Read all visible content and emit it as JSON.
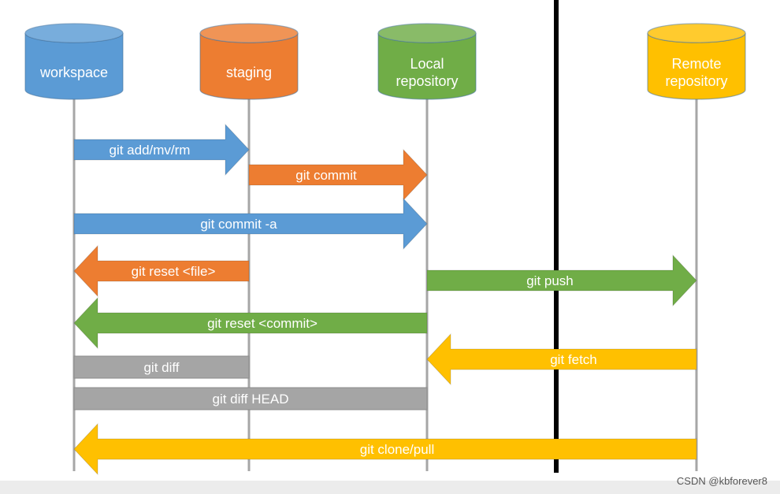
{
  "lanes": [
    {
      "id": "workspace",
      "lines": [
        "workspace"
      ],
      "color": "#5B9BD5"
    },
    {
      "id": "staging",
      "lines": [
        "staging"
      ],
      "color": "#ED7D31"
    },
    {
      "id": "local",
      "lines": [
        "Local",
        "repository"
      ],
      "color": "#70AD47"
    },
    {
      "id": "remote",
      "lines": [
        "Remote",
        "repository"
      ],
      "color": "#FFC000"
    }
  ],
  "commands": [
    {
      "id": "git-add",
      "label": "git add/mv/rm",
      "from": "workspace",
      "to": "staging",
      "kind": "arrow",
      "color": "#5B9BD5"
    },
    {
      "id": "git-commit",
      "label": "git commit",
      "from": "staging",
      "to": "local",
      "kind": "arrow",
      "color": "#ED7D31"
    },
    {
      "id": "git-commit-a",
      "label": "git commit -a",
      "from": "workspace",
      "to": "local",
      "kind": "arrow",
      "color": "#5B9BD5"
    },
    {
      "id": "git-reset-file",
      "label": "git reset <file>",
      "from": "staging",
      "to": "workspace",
      "kind": "arrow",
      "color": "#ED7D31"
    },
    {
      "id": "git-push",
      "label": "git push",
      "from": "local",
      "to": "remote",
      "kind": "arrow",
      "color": "#70AD47"
    },
    {
      "id": "git-reset-commit",
      "label": "git reset <commit>",
      "from": "local",
      "to": "workspace",
      "kind": "arrow",
      "color": "#70AD47"
    },
    {
      "id": "git-fetch",
      "label": "git fetch",
      "from": "remote",
      "to": "local",
      "kind": "arrow",
      "color": "#FFC000"
    },
    {
      "id": "git-diff",
      "label": "git diff",
      "from": "workspace",
      "to": "staging",
      "kind": "bar",
      "color": "#A5A5A5"
    },
    {
      "id": "git-diff-head",
      "label": "git diff HEAD",
      "from": "workspace",
      "to": "local",
      "kind": "bar",
      "color": "#A5A5A5"
    },
    {
      "id": "git-clone-pull",
      "label": "git clone/pull",
      "from": "remote",
      "to": "workspace",
      "kind": "arrow",
      "color": "#FFC000"
    }
  ],
  "watermark": "CSDN @kbforever8"
}
